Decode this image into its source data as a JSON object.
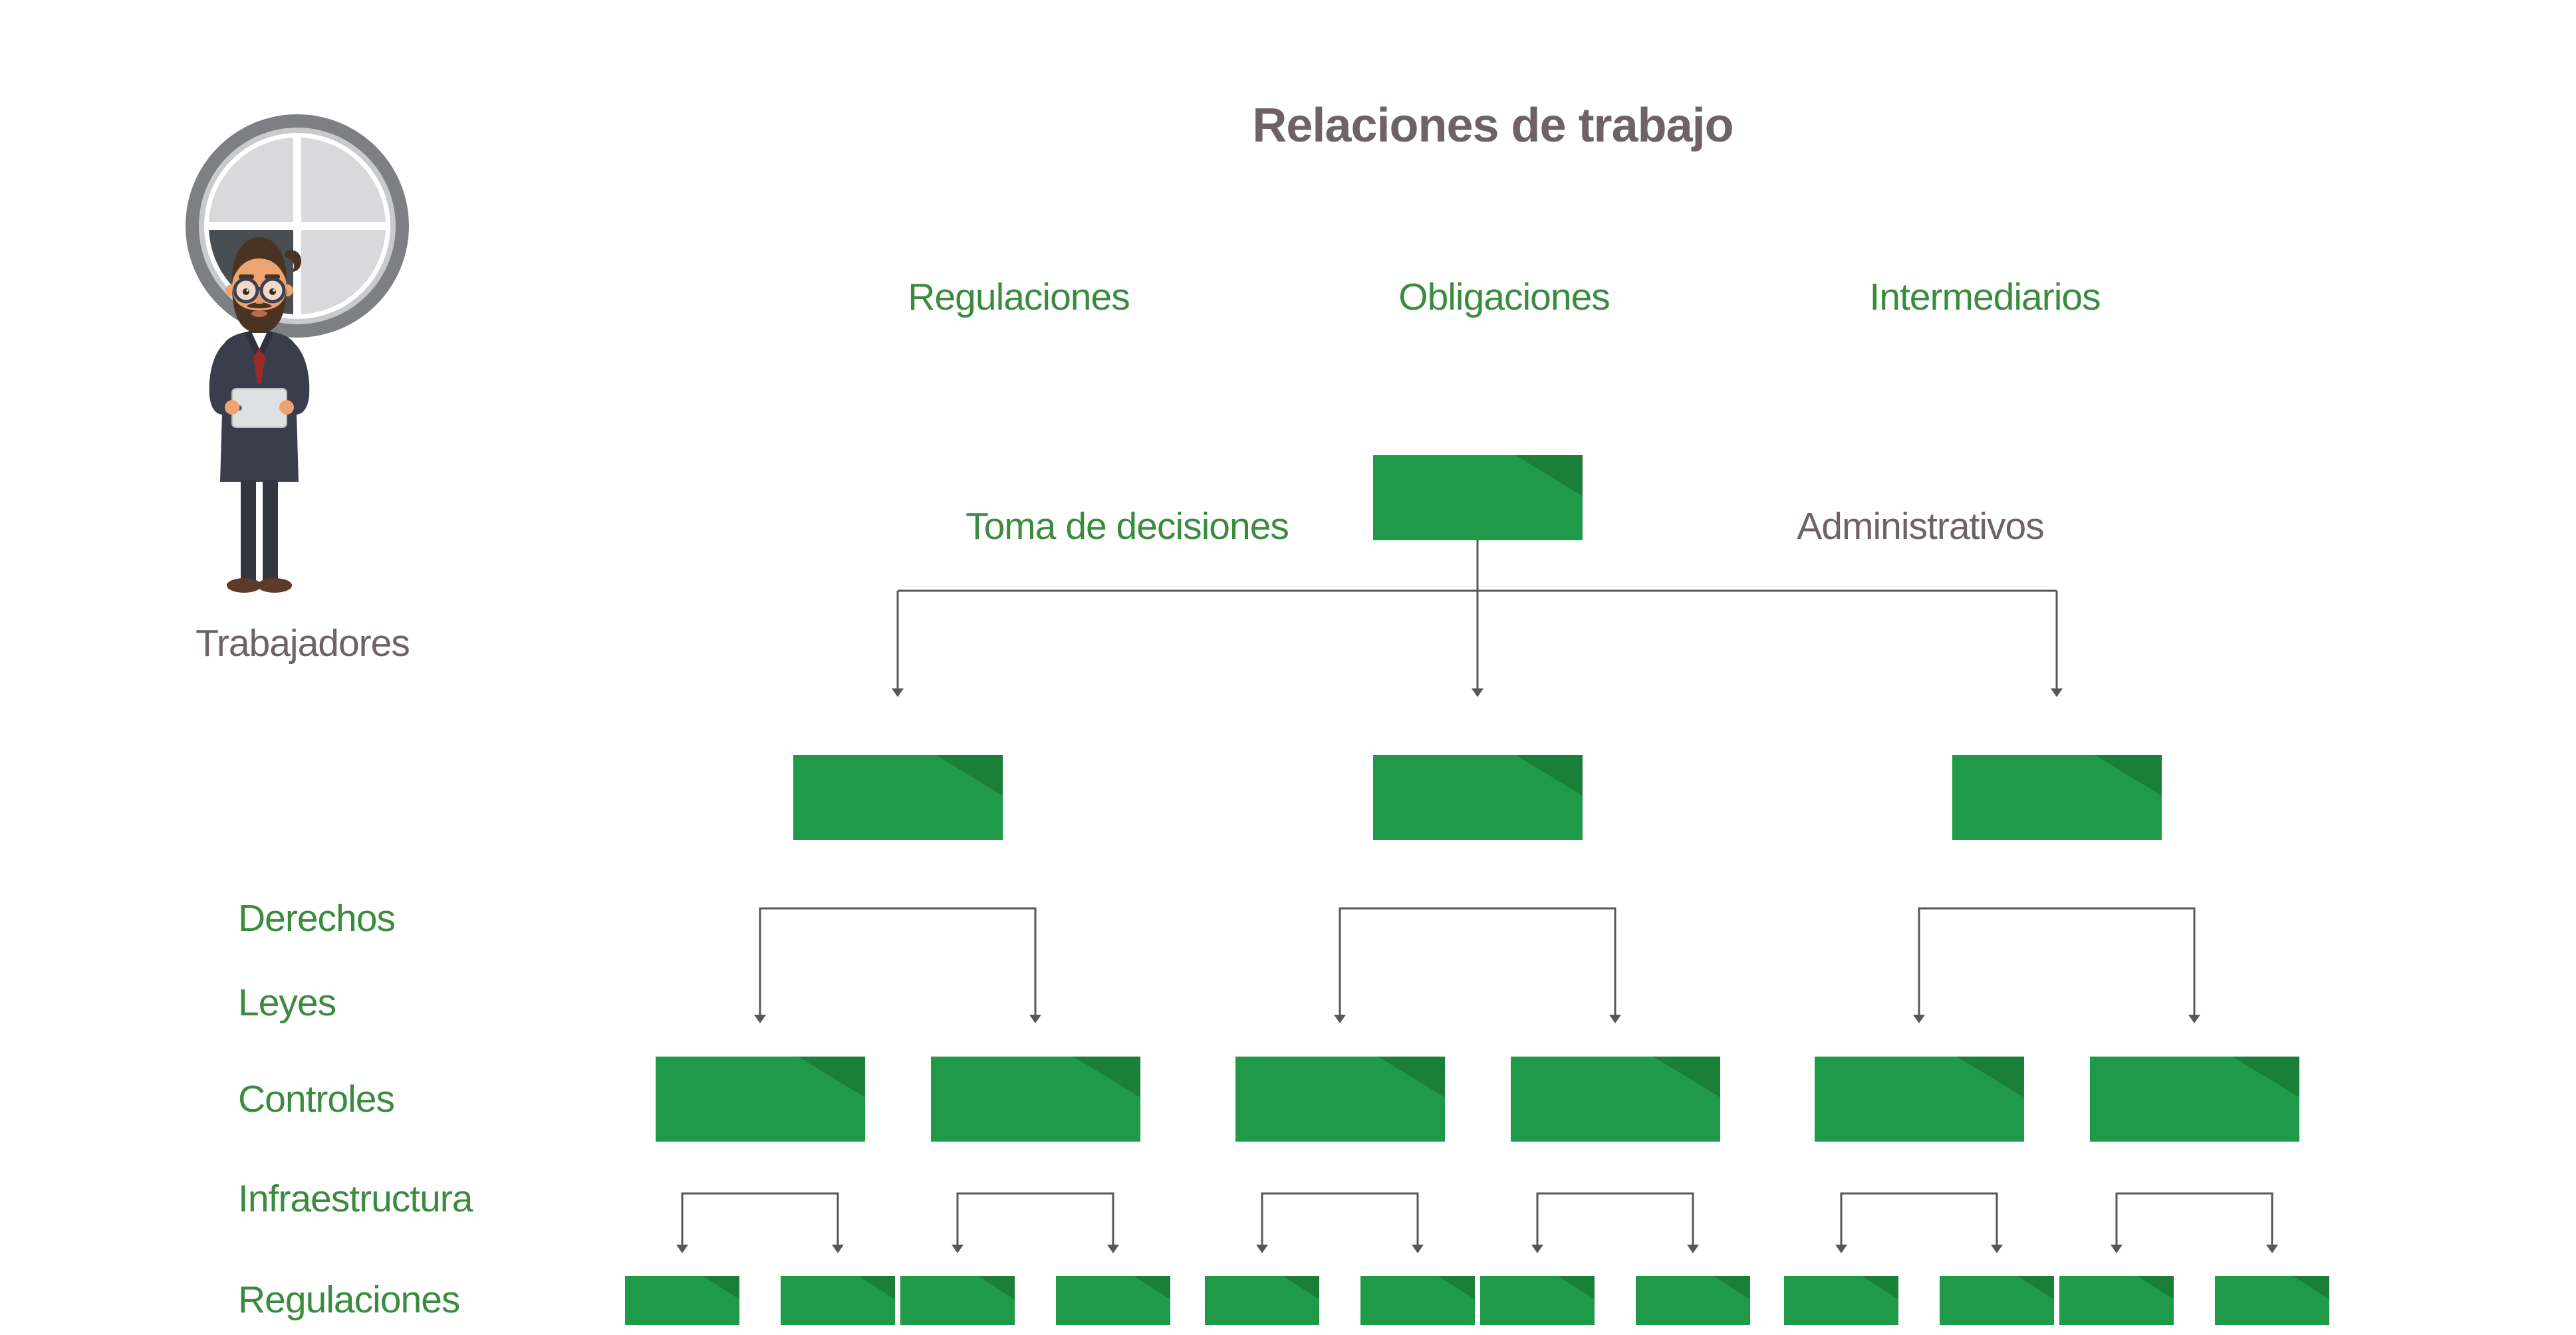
{
  "title": "Relaciones de trabajo",
  "worker_label": "Trabajadores",
  "top_labels": [
    "Regulaciones",
    "Obligaciones",
    "Intermediarios"
  ],
  "decision_row": {
    "left": "Toma de decisiones",
    "right": "Administrativos"
  },
  "side_labels": [
    "Derechos",
    "Leyes",
    "Controles",
    "Infraestructura",
    "Regulaciones"
  ],
  "colors": {
    "box-green": "#1f9a48",
    "box-fold-green": "#1a7f38",
    "label-green": "#3a8b3e",
    "label-gray": "#6e6267",
    "connector-gray": "#565759"
  },
  "diagram": {
    "levels": [
      {
        "name": "root",
        "boxes": 1
      },
      {
        "name": "level-2",
        "boxes": 3
      },
      {
        "name": "level-3",
        "boxes": 6
      },
      {
        "name": "level-4",
        "boxes": 12
      }
    ]
  }
}
